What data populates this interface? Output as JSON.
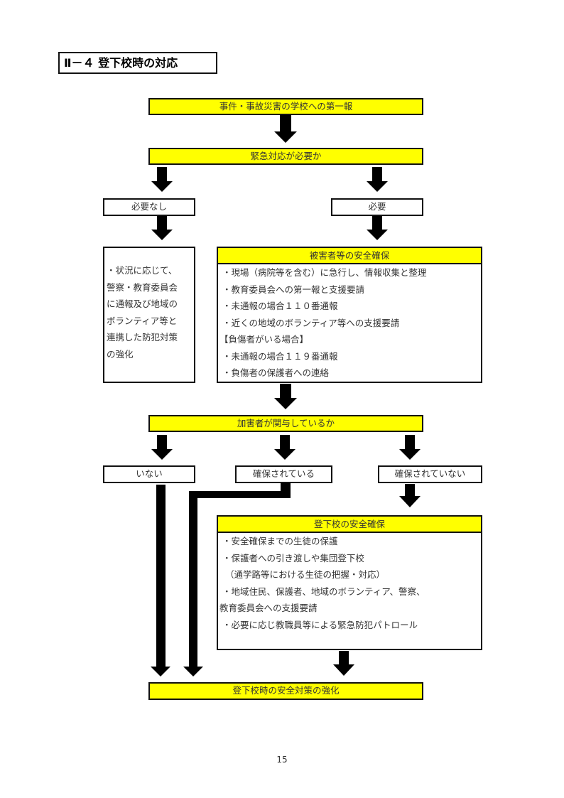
{
  "section_title": "Ⅱ－４ 登下校時の対応",
  "nodes": {
    "first_report": "事件・事故災害の学校への第一報",
    "urgent_question": "緊急対応が必要か",
    "not_needed": "必要なし",
    "needed": "必要",
    "not_needed_actions": [
      "・状況に応じて、",
      "警察・教育委員会",
      "に通報及び地域の",
      "ボランティア等と",
      "連携した防犯対策",
      "の強化"
    ],
    "victim_safety": {
      "title": "被害者等の安全確保",
      "lines": [
        "・現場（病院等を含む）に急行し、情報収集と整理",
        "・教育委員会への第一報と支援要請",
        "・未通報の場合１１０番通報",
        "・近くの地域のボランティア等への支援要請",
        "【負傷者がいる場合】",
        "・未通報の場合１１９番通報",
        "・負傷者の保護者への連絡"
      ]
    },
    "perpetrator_question": "加害者が関与しているか",
    "none": "いない",
    "secured": "確保されている",
    "not_secured": "確保されていない",
    "commute_safety": {
      "title": "登下校の安全確保",
      "lines": [
        "・安全確保までの生徒の保護",
        "・保護者への引き渡しや集団登下校",
        "（通学路等における生徒の把握・対応）",
        "・地域住民、保護者、地域のボランティア、警察、",
        "教育委員会への支援要請",
        "・必要に応じ教職員等による緊急防犯パトロール"
      ]
    },
    "final": "登下校時の安全対策の強化"
  },
  "page_number": "15",
  "colors": {
    "highlight": "#ffff00",
    "border": "#111111",
    "arrow": "#000000"
  }
}
